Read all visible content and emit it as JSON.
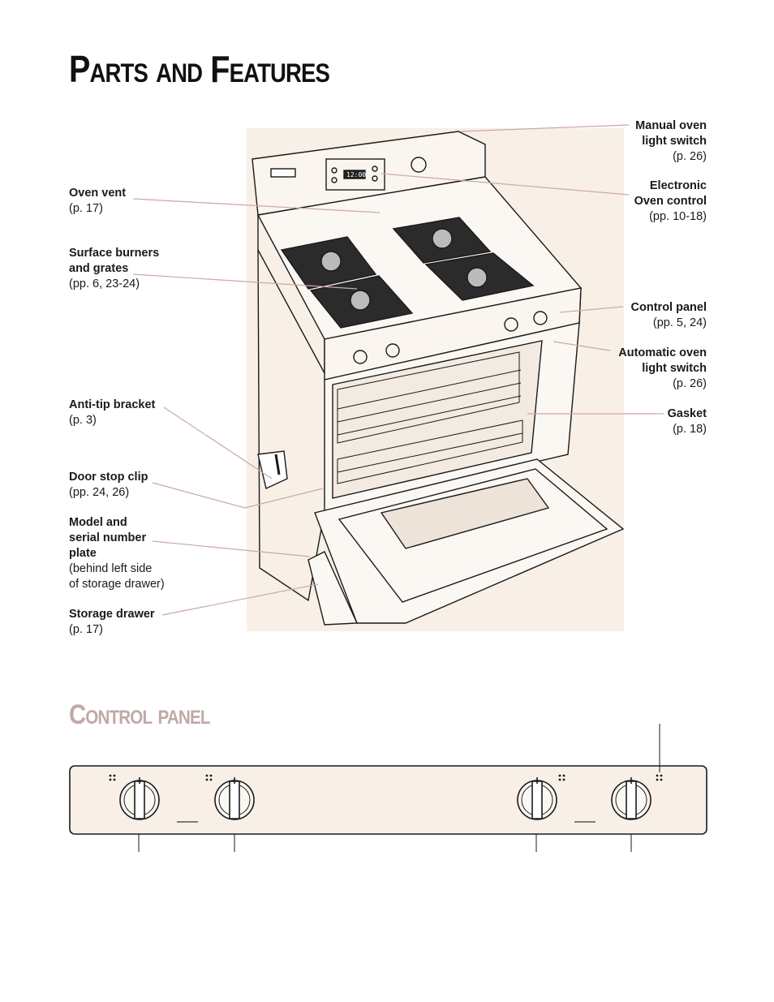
{
  "page": {
    "title": "Parts and Features",
    "subtitle": "Control panel"
  },
  "labels": {
    "manual_light": {
      "name_1": "Manual oven",
      "name_2": "light switch",
      "ref": "(p. 26)"
    },
    "electronic_control": {
      "name_1": "Electronic",
      "name_2": "Oven control",
      "ref": "(pp. 10-18)"
    },
    "oven_vent": {
      "name": "Oven vent",
      "ref": "(p. 17)"
    },
    "surface_burners": {
      "name_1": "Surface burners",
      "name_2": "and grates",
      "ref": "(pp. 6, 23-24)"
    },
    "control_panel": {
      "name": "Control panel",
      "ref": "(pp. 5, 24)"
    },
    "auto_light": {
      "name_1": "Automatic oven",
      "name_2": "light switch",
      "ref": "(p. 26)"
    },
    "anti_tip": {
      "name": "Anti-tip bracket",
      "ref": "(p. 3)"
    },
    "gasket": {
      "name": "Gasket",
      "ref": "(p. 18)"
    },
    "door_stop": {
      "name": "Door stop clip",
      "ref": "(pp. 24, 26)"
    },
    "model_plate": {
      "name_1": "Model and",
      "name_2": "serial number",
      "name_3": "plate",
      "note_1": "(behind left side",
      "note_2": "of storage drawer)"
    },
    "storage_drawer": {
      "name": "Storage drawer",
      "ref": "(p. 17)"
    }
  },
  "oven_panel": {
    "display": "12:00"
  },
  "colors": {
    "illustration_bg": "#f8efe6",
    "leader_line": "#caa9a5",
    "subtitle": "#bfaaa6",
    "ink": "#1a1a1a"
  }
}
